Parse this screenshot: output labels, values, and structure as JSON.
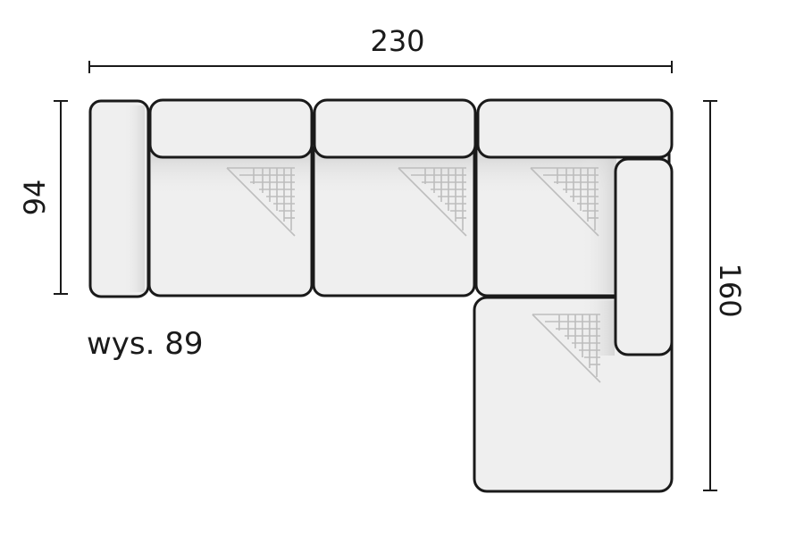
{
  "diagram": {
    "dimensions": {
      "width": "230",
      "depth": "94",
      "length": "160"
    },
    "height_note": "wys. 89",
    "colors": {
      "outline": "#1a1a1a",
      "fill": "#efefef",
      "stitch": "#bdbdbd"
    }
  }
}
